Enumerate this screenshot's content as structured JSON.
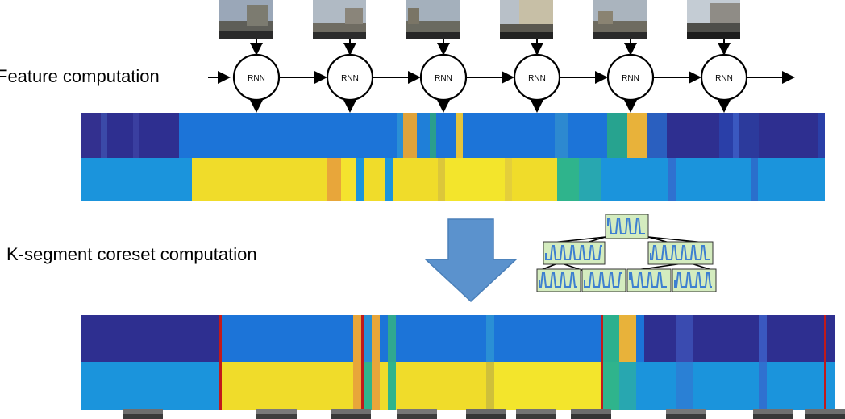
{
  "labels": {
    "feature_computation": "Feature computation",
    "kseg_computation": "K-segment coreset computation"
  },
  "rnn_label": "RNN",
  "rnn_count": 6,
  "colors": {
    "dark_blue": "#2e2f90",
    "blue": "#1a70d8",
    "light_blue": "#1b94dc",
    "yellow": "#f0e428",
    "orange": "#e8a63a",
    "teal": "#29b48c",
    "red": "#c21a1a",
    "arrow_fill": "#5b92cd",
    "tree_node": "#d4ecbf"
  },
  "heatmap_top": {
    "row1": [
      [
        "#33308f",
        3
      ],
      [
        "#3b4aa8",
        1
      ],
      [
        "#2e2f90",
        4
      ],
      [
        "#3a3fa0",
        1
      ],
      [
        "#2e2f90",
        6
      ],
      [
        "#1c74d8",
        33
      ],
      [
        "#2a8fd5",
        1
      ],
      [
        "#e0a33a",
        2
      ],
      [
        "#1f7fd8",
        2
      ],
      [
        "#2a9e8d",
        1
      ],
      [
        "#1c74d8",
        3
      ],
      [
        "#e5c33a",
        1
      ],
      [
        "#1c74d8",
        14
      ],
      [
        "#2d89d0",
        2
      ],
      [
        "#1c74d8",
        6
      ],
      [
        "#27a38f",
        3
      ],
      [
        "#e8b23a",
        3
      ],
      [
        "#2a5fbf",
        3
      ],
      [
        "#2e2f90",
        8
      ],
      [
        "#2a3fa8",
        2
      ],
      [
        "#3a58c0",
        1
      ],
      [
        "#2c3a9c",
        3
      ],
      [
        "#2e2f90",
        9
      ],
      [
        "#2a3fa8",
        1
      ]
    ],
    "row2": [
      [
        "#1b94dc",
        15
      ],
      [
        "#f0dc2a",
        18
      ],
      [
        "#e8a63a",
        2
      ],
      [
        "#f4e32e",
        2
      ],
      [
        "#1b94dc",
        1
      ],
      [
        "#f0dc2a",
        3
      ],
      [
        "#1b94dc",
        1
      ],
      [
        "#f0dc2a",
        6
      ],
      [
        "#dcc73a",
        1
      ],
      [
        "#f3e52c",
        8
      ],
      [
        "#e4cf3a",
        1
      ],
      [
        "#f0dc2a",
        6
      ],
      [
        "#2fb48c",
        3
      ],
      [
        "#28a7b0",
        3
      ],
      [
        "#1b94dc",
        9
      ],
      [
        "#2f71d0",
        1
      ],
      [
        "#1b94dc",
        10
      ],
      [
        "#2a6fcc",
        1
      ],
      [
        "#1b94dc",
        9
      ]
    ]
  },
  "heatmap_bottom": {
    "row1": [
      [
        "#2e2f90",
        17
      ],
      [
        "#c21a1a",
        0.3
      ],
      [
        "#1c74d8",
        16
      ],
      [
        "#e8a63a",
        1
      ],
      [
        "#c21a1a",
        0.3
      ],
      [
        "#2a8fd5",
        1
      ],
      [
        "#e8a63a",
        1
      ],
      [
        "#1c74d8",
        1
      ],
      [
        "#30a890",
        1
      ],
      [
        "#1c74d8",
        11
      ],
      [
        "#2a8fd5",
        1
      ],
      [
        "#1c74d8",
        13
      ],
      [
        "#c21a1a",
        0.3
      ],
      [
        "#2bb08e",
        2
      ],
      [
        "#e8b23a",
        2
      ],
      [
        "#1c74d8",
        1
      ],
      [
        "#2e2f90",
        4
      ],
      [
        "#3a4bb0",
        2
      ],
      [
        "#2e2f90",
        8
      ],
      [
        "#3a58c0",
        1
      ],
      [
        "#2e2f90",
        7
      ],
      [
        "#c21a1a",
        0.3
      ],
      [
        "#2e2f90",
        1
      ]
    ],
    "row2": [
      [
        "#1b94dc",
        17
      ],
      [
        "#c21a1a",
        0.3
      ],
      [
        "#f0dc2a",
        16
      ],
      [
        "#e8a63a",
        1
      ],
      [
        "#c21a1a",
        0.3
      ],
      [
        "#2fb48c",
        1
      ],
      [
        "#e8a63a",
        1
      ],
      [
        "#f0dc2a",
        1
      ],
      [
        "#2fb48c",
        1
      ],
      [
        "#f0dc2a",
        11
      ],
      [
        "#cfc03a",
        1
      ],
      [
        "#f3e52c",
        13
      ],
      [
        "#c21a1a",
        0.3
      ],
      [
        "#2fb48c",
        2
      ],
      [
        "#28a7b0",
        2
      ],
      [
        "#1b94dc",
        1
      ],
      [
        "#1b94dc",
        4
      ],
      [
        "#2a80d5",
        2
      ],
      [
        "#1b94dc",
        8
      ],
      [
        "#2f71d0",
        1
      ],
      [
        "#1b94dc",
        7
      ],
      [
        "#c21a1a",
        0.3
      ],
      [
        "#1b94dc",
        1
      ]
    ]
  }
}
